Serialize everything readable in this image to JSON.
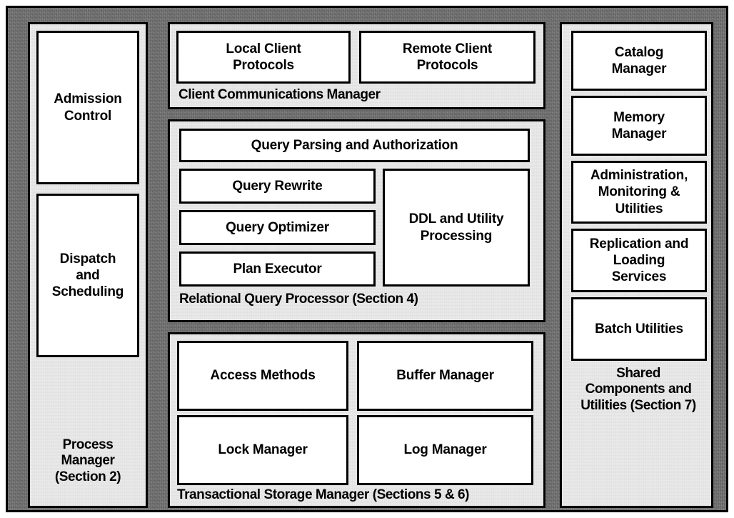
{
  "diagram": {
    "title": "DBMS Architecture Diagram",
    "colors": {
      "canvas_gray": "#6e6e6e",
      "panel_gray": "#e9e9e9",
      "box_white": "#ffffff",
      "border_black": "#000000"
    },
    "columns": [
      {
        "id": "process-manager",
        "footer_label": "Process\nManager\n(Section 2)",
        "footer_align": "center",
        "boxes": [
          {
            "id": "admission-control",
            "label": "Admission\nControl"
          },
          {
            "id": "dispatch-and-scheduling",
            "label": "Dispatch\nand\nScheduling"
          }
        ]
      },
      {
        "id": "middle-stack",
        "panels": [
          {
            "id": "client-communications-manager",
            "footer_label": "Client Communications Manager",
            "footer_align": "left",
            "boxes": [
              {
                "id": "local-client-protocols",
                "label": "Local Client\nProtocols"
              },
              {
                "id": "remote-client-protocols",
                "label": "Remote Client\nProtocols"
              }
            ]
          },
          {
            "id": "relational-query-processor",
            "footer_label": "Relational Query Processor (Section 4)",
            "footer_align": "left",
            "boxes": [
              {
                "id": "query-parsing-and-authorization",
                "label": "Query Parsing and Authorization"
              },
              {
                "id": "query-rewrite",
                "label": "Query Rewrite"
              },
              {
                "id": "query-optimizer",
                "label": "Query Optimizer"
              },
              {
                "id": "plan-executor",
                "label": "Plan Executor"
              },
              {
                "id": "ddl-and-utility-processing",
                "label": "DDL and Utility\nProcessing"
              }
            ]
          },
          {
            "id": "transactional-storage-manager",
            "footer_label": "Transactional Storage Manager (Sections 5 & 6)",
            "footer_align": "left",
            "boxes": [
              {
                "id": "access-methods",
                "label": "Access Methods"
              },
              {
                "id": "buffer-manager",
                "label": "Buffer Manager"
              },
              {
                "id": "lock-manager",
                "label": "Lock Manager"
              },
              {
                "id": "log-manager",
                "label": "Log Manager"
              }
            ]
          }
        ]
      },
      {
        "id": "shared-components-and-utilities",
        "footer_label": "Shared\nComponents and\nUtilities (Section 7)",
        "footer_align": "center",
        "boxes": [
          {
            "id": "catalog-manager",
            "label": "Catalog\nManager"
          },
          {
            "id": "memory-manager",
            "label": "Memory\nManager"
          },
          {
            "id": "administration-monitoring-utilities",
            "label": "Administration,\nMonitoring &\nUtilities"
          },
          {
            "id": "replication-and-loading-services",
            "label": "Replication and\nLoading\nServices"
          },
          {
            "id": "batch-utilities",
            "label": "Batch Utilities"
          }
        ]
      }
    ]
  }
}
